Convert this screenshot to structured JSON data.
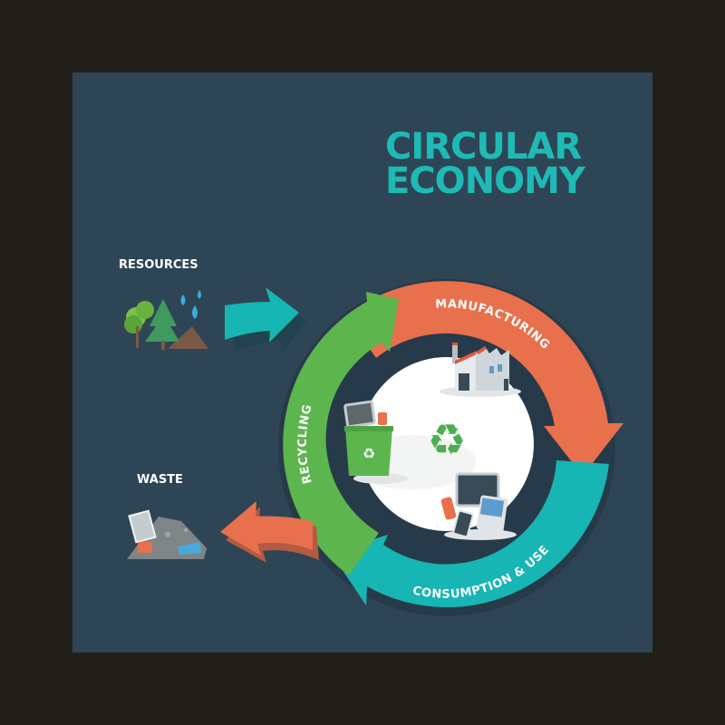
{
  "title": {
    "line1": "CIRCULAR",
    "line2": "ECONOMY"
  },
  "inputs": {
    "resources_label": "RESOURCES",
    "waste_label": "WASTE"
  },
  "cycle": {
    "stages": [
      {
        "label": "MANUFACTURING",
        "color": "#e8704d",
        "icon": "factory-icon"
      },
      {
        "label": "CONSUMPTION & USE",
        "color": "#17b5b4",
        "icon": "devices-icon"
      },
      {
        "label": "RECYCLING",
        "color": "#5cb54d",
        "icon": "recycle-bin-icon"
      }
    ],
    "center_icon": "recycle-symbol-icon"
  },
  "colors": {
    "background": "#2e4556",
    "frame": "#221e18",
    "title": "#1ebab6",
    "orange": "#e8704d",
    "teal": "#17b5b4",
    "green": "#5cb54d",
    "center_disc": "#ffffff"
  }
}
